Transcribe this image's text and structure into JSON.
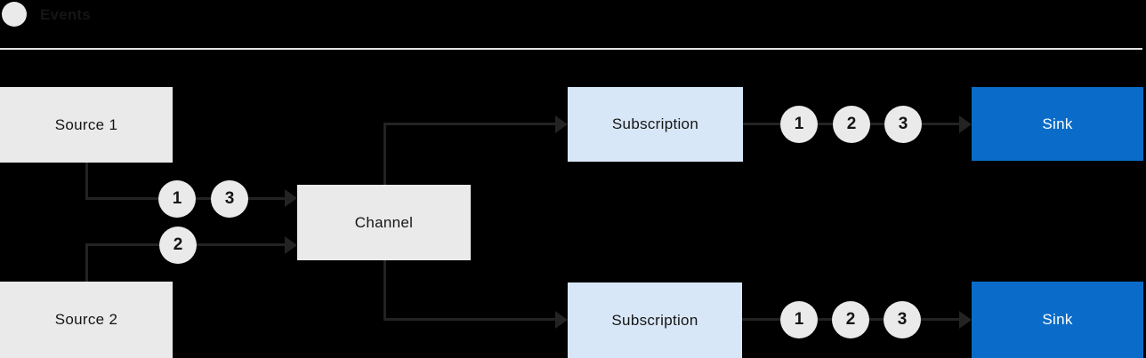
{
  "legend": {
    "label": "Events",
    "icon": "event-circle"
  },
  "nodes": {
    "source1": {
      "label": "Source 1"
    },
    "source2": {
      "label": "Source 2"
    },
    "channel": {
      "label": "Channel"
    },
    "subscription_top": {
      "label": "Subscription"
    },
    "subscription_bottom": {
      "label": "Subscription"
    },
    "sink_top": {
      "label": "Sink"
    },
    "sink_bottom": {
      "label": "Sink"
    }
  },
  "markers": {
    "source1_to_channel": [
      "1",
      "3"
    ],
    "source2_to_channel": [
      "2"
    ],
    "subscription_top_to_sink": [
      "1",
      "2",
      "3"
    ],
    "subscription_bottom_to_sink": [
      "1",
      "2",
      "3"
    ]
  },
  "colors": {
    "background": "#000000",
    "node_fill": "#eaeaea",
    "subscription_fill": "#d8e7f7",
    "sink_fill": "#0a6cc8",
    "line": "#232323",
    "divider": "#e3e3e3",
    "text_dark": "#151515",
    "text_light": "#ffffff"
  }
}
